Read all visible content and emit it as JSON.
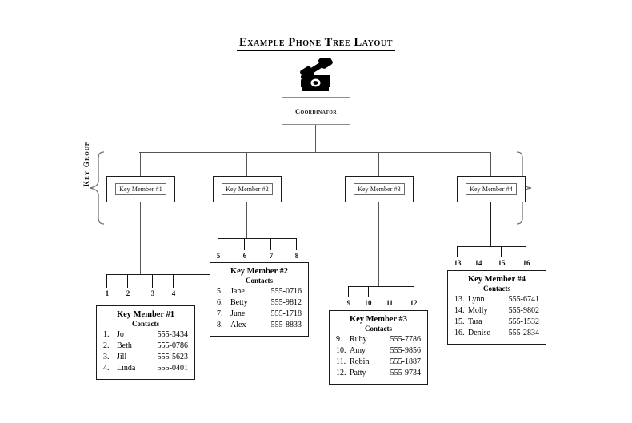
{
  "page": {
    "title": "Example Phone Tree Layout",
    "phone_icon": "telephone-icon"
  },
  "root": {
    "label": "Coordinator"
  },
  "key_group": {
    "label": "Key Group"
  },
  "key_members": [
    {
      "box_label": "Key Member #1",
      "contacts_title": "Key Member #1",
      "contacts_subtitle": "Contacts",
      "fan_numbers": [
        "1",
        "2",
        "3",
        "4"
      ],
      "contacts": [
        {
          "num": "1.",
          "name": "Jo",
          "phone": "555-3434"
        },
        {
          "num": "2.",
          "name": "Beth",
          "phone": "555-0786"
        },
        {
          "num": "3.",
          "name": "Jill",
          "phone": "555-5623"
        },
        {
          "num": "4.",
          "name": "Linda",
          "phone": "555-0401"
        }
      ]
    },
    {
      "box_label": "Key Member #2",
      "contacts_title": "Key Member #2",
      "contacts_subtitle": "Contacts",
      "fan_numbers": [
        "5",
        "6",
        "7",
        "8"
      ],
      "contacts": [
        {
          "num": "5.",
          "name": "Jane",
          "phone": "555-0716"
        },
        {
          "num": "6.",
          "name": "Betty",
          "phone": "555-9812"
        },
        {
          "num": "7.",
          "name": "June",
          "phone": "555-1718"
        },
        {
          "num": "8.",
          "name": "Alex",
          "phone": "555-8833"
        }
      ]
    },
    {
      "box_label": "Key Member #3",
      "contacts_title": "Key Member #3",
      "contacts_subtitle": "Contacts",
      "fan_numbers": [
        "9",
        "10",
        "11",
        "12"
      ],
      "contacts": [
        {
          "num": "9.",
          "name": "Ruby",
          "phone": "555-7786"
        },
        {
          "num": "10.",
          "name": "Amy",
          "phone": "555-9856"
        },
        {
          "num": "11.",
          "name": "Robin",
          "phone": "555-1887"
        },
        {
          "num": "12.",
          "name": "Patty",
          "phone": "555-9734"
        }
      ]
    },
    {
      "box_label": "Key Member #4",
      "contacts_title": "Key Member #4",
      "contacts_subtitle": "Contacts",
      "fan_numbers": [
        "13",
        "14",
        "15",
        "16"
      ],
      "contacts": [
        {
          "num": "13.",
          "name": "Lynn",
          "phone": "555-6741"
        },
        {
          "num": "14.",
          "name": "Molly",
          "phone": "555-9802"
        },
        {
          "num": "15.",
          "name": "Tara",
          "phone": "555-1532"
        },
        {
          "num": "16.",
          "name": "Denise",
          "phone": "555-2834"
        }
      ]
    }
  ],
  "colors": {
    "ink": "#000000",
    "line": "#555555",
    "line_dark": "#1b1b1b",
    "background": "#ffffff"
  }
}
